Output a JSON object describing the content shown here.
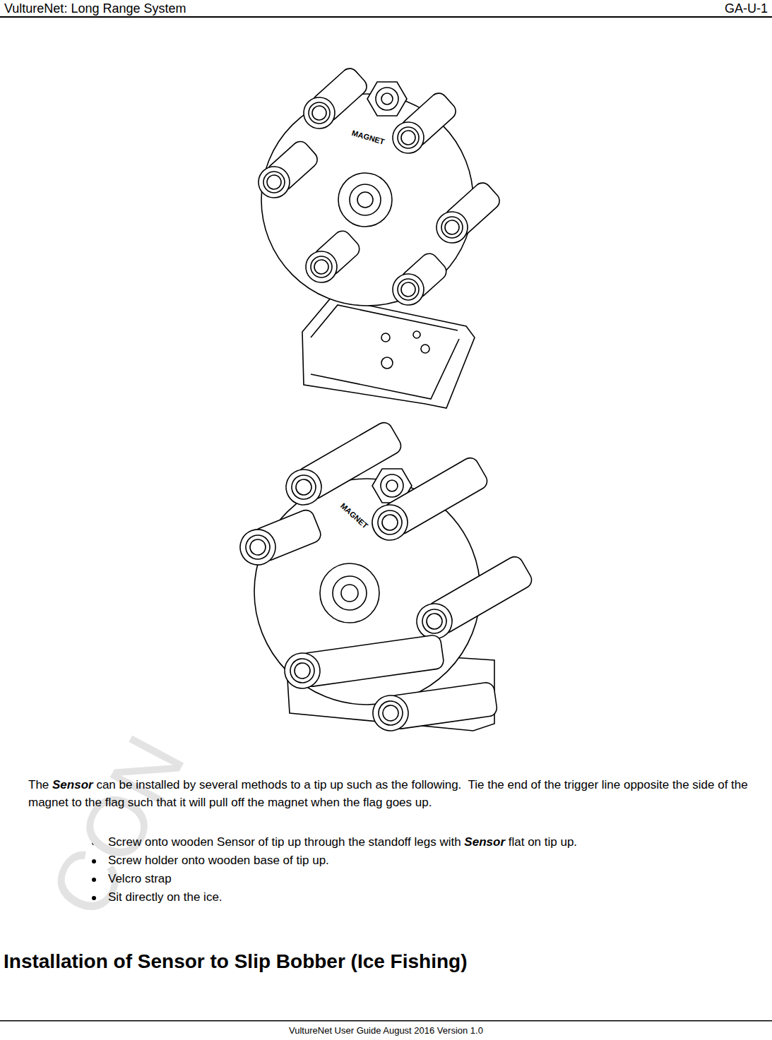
{
  "diagram": {
    "title": "Installation of Sensor to Slip Bobber (Ice Fishing)",
    "labels": [
      "VultureNet: Long Range System",
      "GA-U-1",
      "MAGNET",
      "MAGNET",
      "The",
      "Sensor",
      "can be installed by several methods to a tip up such as the following.  Tie the end of the trigger line opposite the side of the magnet to the flag such that it will pull off the magnet when the flag goes up.",
      "Screw onto wooden Sensor of tip up through the standoff legs with",
      "Sensor",
      "flat on tip up.",
      "Screw holder onto wooden base of tip up.",
      "Velcro strap",
      "Sit directly on the ice.",
      "VultureNet User Guide August 2016 Version 1.0",
      "CON"
    ]
  }
}
